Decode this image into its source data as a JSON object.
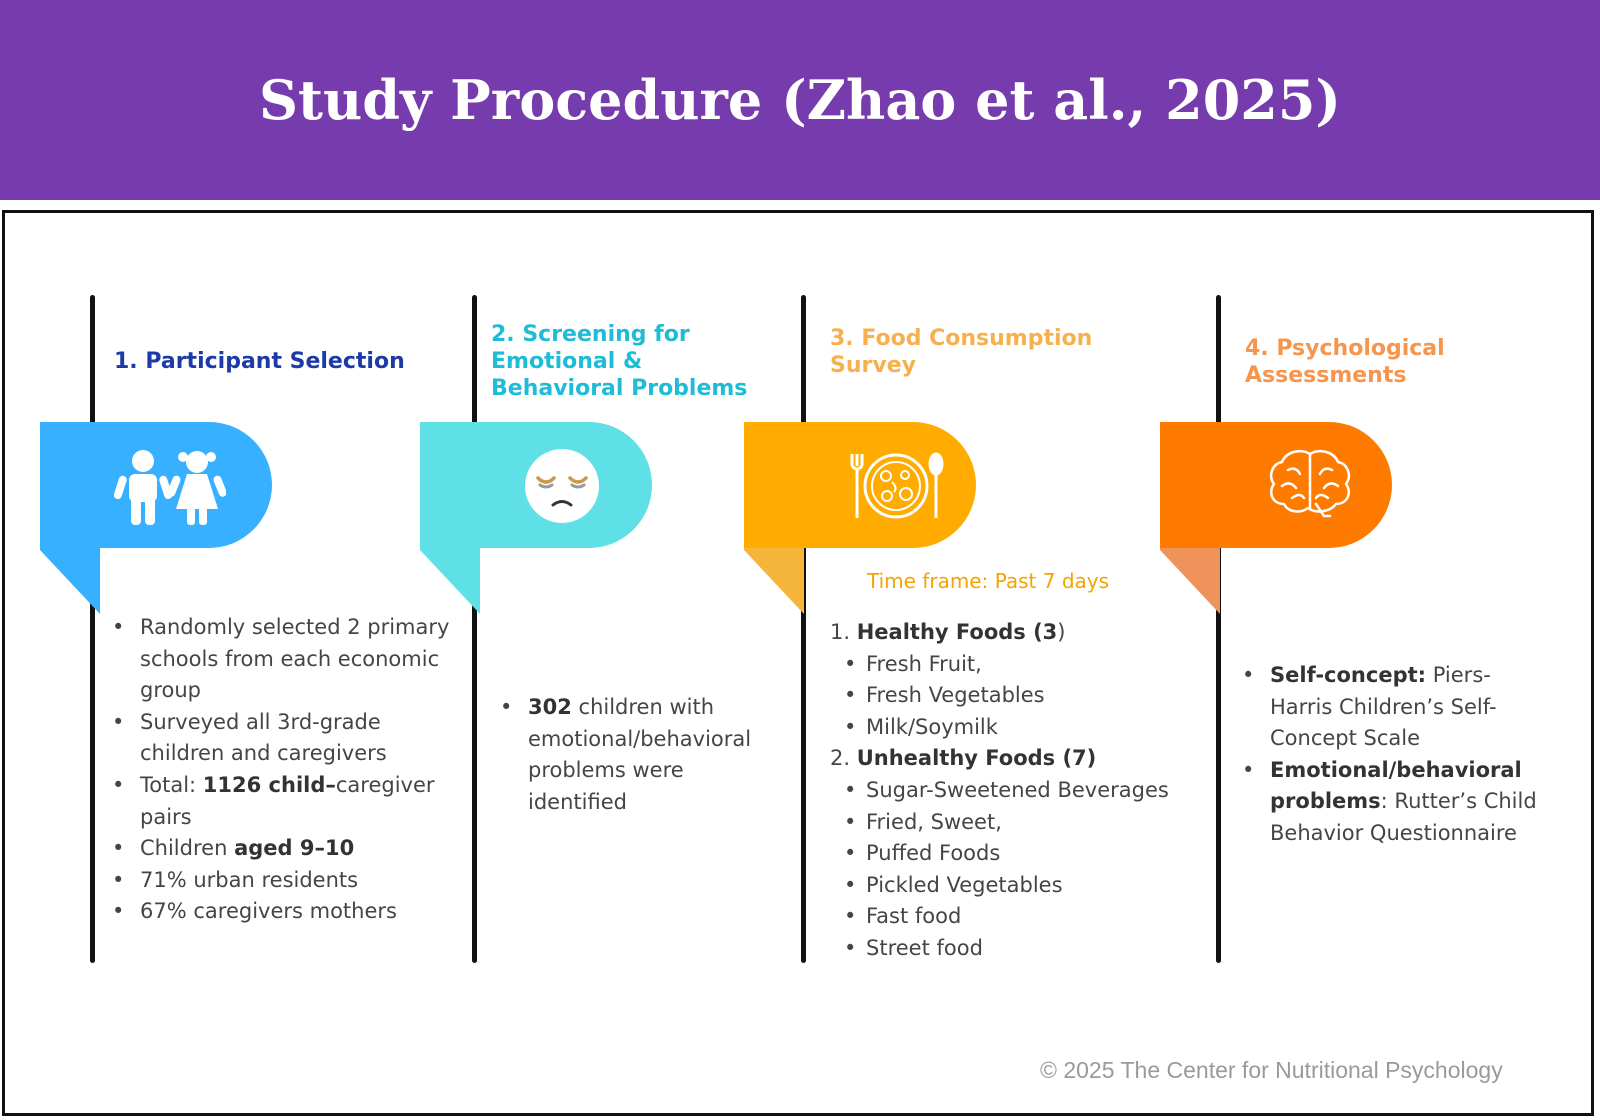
{
  "title": "Study Procedure (Zhao et al., 2025)",
  "colors": {
    "header_bg": "#763cad",
    "step1": "#36b0ff",
    "step1_title": "#1c3ba6",
    "step2": "#5ee0e6",
    "step2_title": "#1ebcd6",
    "step3": "#ffab00",
    "step3_title": "#f7b04e",
    "step4": "#ff7b00",
    "step4_title": "#f5954e"
  },
  "steps": [
    {
      "title": "1. Participant Selection",
      "icon": "children-icon",
      "bullets": [
        {
          "pre": "Randomly selected 2 primary schools from each economic group",
          "bold": "",
          "post": ""
        },
        {
          "pre": "Surveyed all 3rd-grade children and caregivers",
          "bold": "",
          "post": ""
        },
        {
          "pre": "Total: ",
          "bold": "1126 child–",
          "post": "caregiver pairs"
        },
        {
          "pre": "Children ",
          "bold": "aged 9–10",
          "post": ""
        },
        {
          "pre": "71% urban residents",
          "bold": "",
          "post": ""
        },
        {
          "pre": "67% caregivers mothers",
          "bold": "",
          "post": ""
        }
      ]
    },
    {
      "title": "2. Screening for Emotional & Behavioral Problems",
      "icon": "sad-face-icon",
      "bullets": [
        {
          "pre": "",
          "bold": "302",
          "post": " children with emotional/behavioral problems were identified"
        }
      ]
    },
    {
      "title": "3. Food Consumption Survey",
      "icon": "plate-fork-spoon-icon",
      "timeframe": "Time frame: Past 7 days",
      "groups": [
        {
          "num": "1. ",
          "label": "Healthy Foods (3",
          "suffix": ")",
          "items": [
            "Fresh Fruit,",
            "Fresh Vegetables",
            "Milk/Soymilk"
          ]
        },
        {
          "num": "2. ",
          "label": "Unhealthy Foods (7)",
          "suffix": "",
          "items": [
            "Sugar-Sweetened Beverages",
            "Fried, Sweet,",
            "Puffed Foods",
            "Pickled Vegetables",
            "Fast food",
            "Street food"
          ]
        }
      ]
    },
    {
      "title": "4. Psychological Assessments",
      "icon": "brain-icon",
      "bullets": [
        {
          "pre": "",
          "bold": "Self-concept:",
          "post": " Piers-Harris Children’s Self-Concept Scale"
        },
        {
          "pre": "",
          "bold": "Emotional/behavioral problems",
          "post": ": Rutter’s Child Behavior Questionnaire"
        }
      ]
    }
  ],
  "copyright": "© 2025 The Center for Nutritional Psychology"
}
